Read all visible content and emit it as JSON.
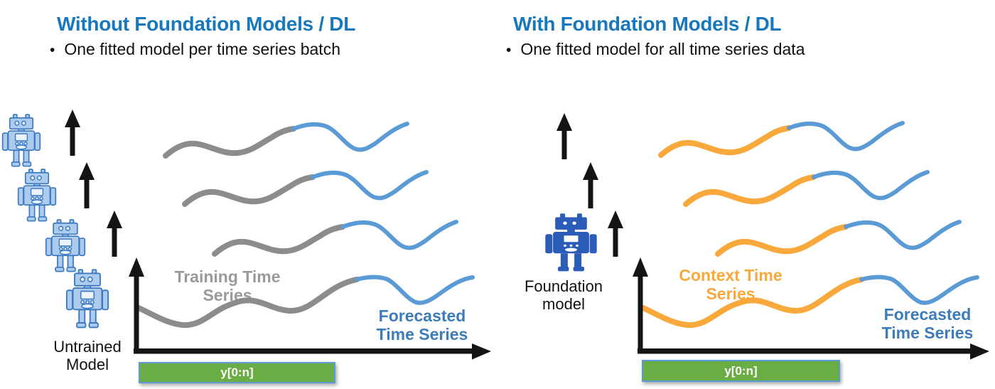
{
  "colors": {
    "title_blue": "#1878BE",
    "body_text": "#111111",
    "train_gray": "#8C8C8C",
    "train_label_gray": "#9A9A9A",
    "forecast_blue": "#5B9BD5",
    "forecast_label_blue": "#3D7CB8",
    "context_orange": "#F9A83C",
    "axis_black": "#141414",
    "bar_green": "#6BAD45",
    "bar_border_blue": "#5B9BD5",
    "bar_text": "#FFFFFF",
    "robot_light_fill": "#ADCBEC",
    "robot_light_stroke": "#3B79C1",
    "robot_dark_blue": "#2B5CB8"
  },
  "left_panel": {
    "title": "Without Foundation Models / DL",
    "bullet_marker": "•",
    "bullet": "One fitted model per time series batch",
    "model_label": "Untrained\nModel",
    "train_series_label": "Training Time\nSeries",
    "forecast_series_label": "Forecasted\nTime Series",
    "context_window_label": "y[0:n]"
  },
  "right_panel": {
    "title": "With Foundation Models / DL",
    "bullet_marker": "•",
    "bullet": "One fitted model for all time series data",
    "model_label": "Foundation\nmodel",
    "context_series_label": "Context Time\nSeries",
    "forecast_series_label": "Forecasted\nTime Series",
    "context_window_label": "y[0:n]"
  }
}
